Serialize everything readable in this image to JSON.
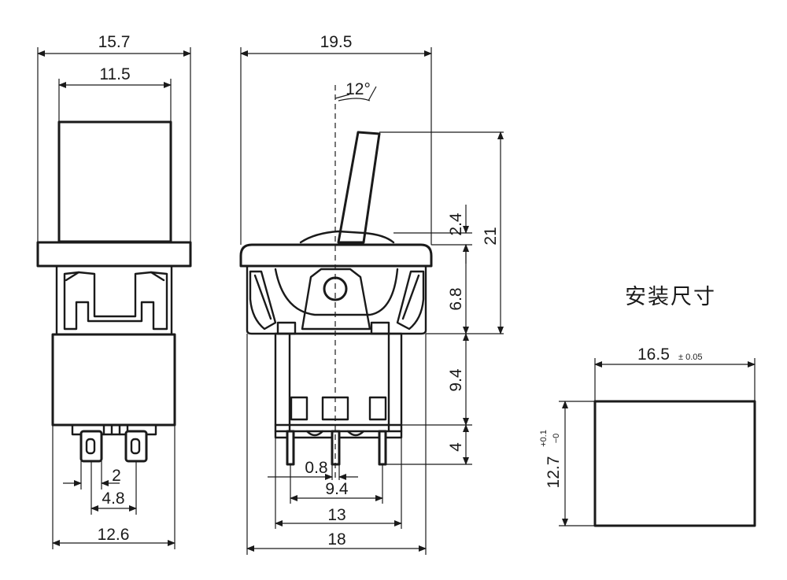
{
  "front_view": {
    "width_total": "15.7",
    "width_button": "11.5",
    "width_body": "12.6",
    "pin_width": "2",
    "pin_spacing": "4.8"
  },
  "side_view": {
    "width_total": "19.5",
    "angle": "12°",
    "height_actuator": "2.4",
    "height_total": "21",
    "height_frame": "6.8",
    "height_body": "9.4",
    "height_pins": "4",
    "pin_thickness": "0.8",
    "pin_spacing": "9.4",
    "pin_span": "13",
    "body_width": "18"
  },
  "cutout": {
    "title": "安装尺寸",
    "width_value": "16.5",
    "width_tolerance": "± 0.05",
    "height_value": "12.7",
    "height_tol_plus": "+0.1",
    "height_tol_minus": "−0"
  }
}
